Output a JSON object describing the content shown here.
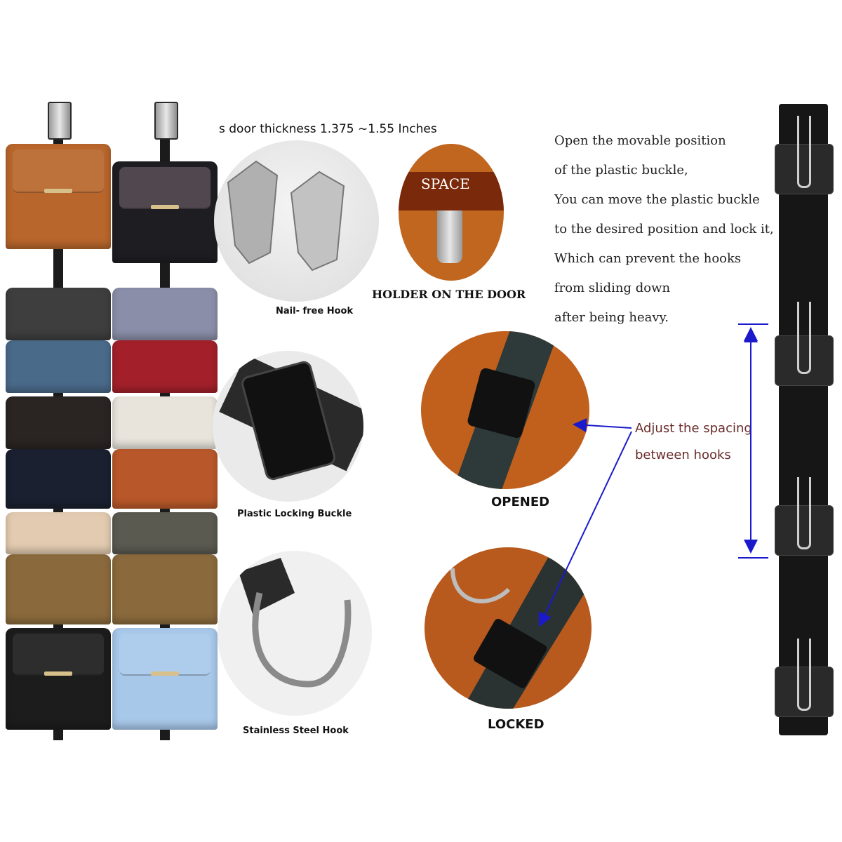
{
  "door_thickness": "s door thickness 1.375 ~1.55 Inches",
  "labels": {
    "nail_free_hook": "Nail- free Hook",
    "holder_on_door": "HOLDER ON THE DOOR",
    "space": "SPACE",
    "plastic_buckle": "Plastic Locking Buckle",
    "stainless_hook": "Stainless Steel Hook",
    "opened": "OPENED",
    "locked": "LOCKED",
    "adjust_line1": "Adjust the spacing",
    "adjust_line2": "between hooks"
  },
  "description": [
    "Open the movable position",
    "of the plastic buckle,",
    "You can move the plastic buckle",
    "to the desired position and lock it,",
    "Which can prevent the hooks",
    "from sliding down",
    "after being heavy."
  ],
  "colors": {
    "arrow": "#1a1acc",
    "wood": "#b85a20",
    "strap": "#161616",
    "steel": "#b5b5b5"
  }
}
